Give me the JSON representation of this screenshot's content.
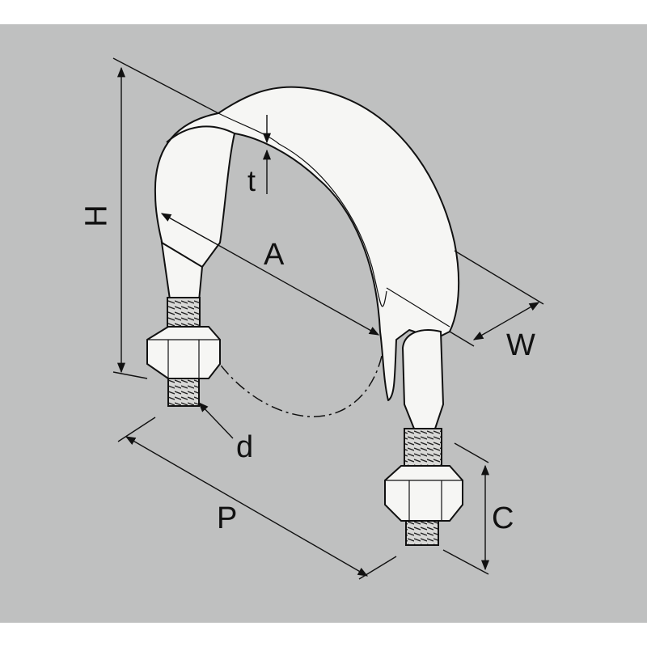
{
  "labels": {
    "H": "H",
    "t": "t",
    "A": "A",
    "W": "W",
    "d": "d",
    "P": "P",
    "C": "C"
  },
  "colors": {
    "background": "#bfc0c0",
    "metal": "#f6f6f4",
    "outline": "#111111",
    "thread": "#d8d8d6"
  }
}
